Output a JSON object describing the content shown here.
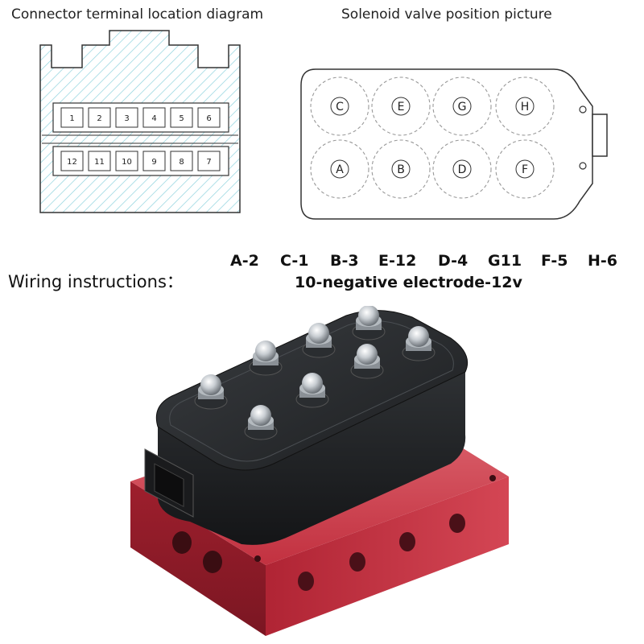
{
  "titles": {
    "connector": "Connector terminal location diagram",
    "solenoid": "Solenoid valve position picture"
  },
  "connector": {
    "top_row": [
      "1",
      "2",
      "3",
      "4",
      "5",
      "6"
    ],
    "bottom_row": [
      "12",
      "11",
      "10",
      "9",
      "8",
      "7"
    ]
  },
  "valves": {
    "top_row": [
      "C",
      "E",
      "G",
      "H"
    ],
    "bottom_row": [
      "A",
      "B",
      "D",
      "F"
    ]
  },
  "wiring": {
    "label": "Wiring instructions：",
    "mapping": [
      "A-2",
      "C-1",
      "B-3",
      "E-12",
      "D-4",
      "G11",
      "F-5",
      "H-6"
    ],
    "note": "10-negative electrode-12v"
  },
  "photo": {
    "colors": {
      "manifold": "#c23140",
      "housing": "#222426",
      "nut": "#c8cdd2"
    }
  }
}
